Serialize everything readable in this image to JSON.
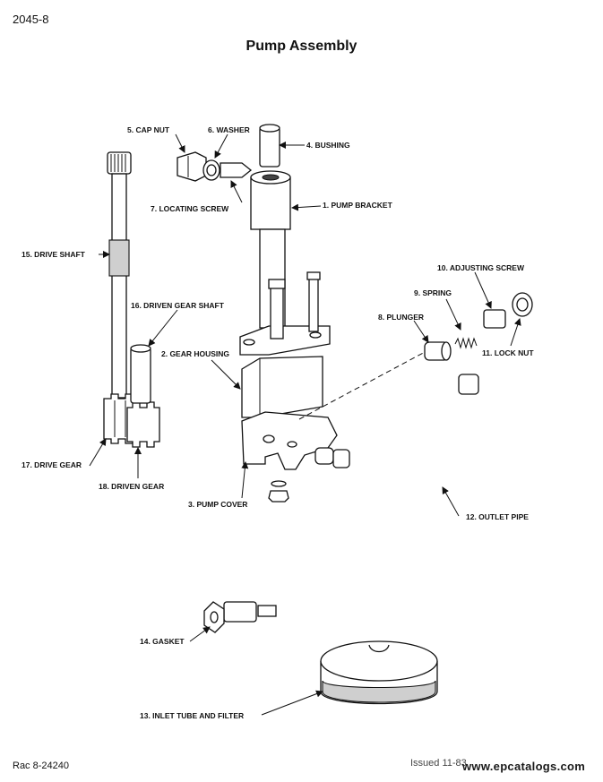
{
  "header": {
    "page_id": "2045-8",
    "title": "Pump Assembly"
  },
  "labels": {
    "p1": "1. PUMP BRACKET",
    "p2": "2. GEAR HOUSING",
    "p3": "3. PUMP COVER",
    "p4": "4. BUSHING",
    "p5": "5. CAP NUT",
    "p6": "6. WASHER",
    "p7": "7. LOCATING SCREW",
    "p8": "8. PLUNGER",
    "p9": "9. SPRING",
    "p10": "10. ADJUSTING SCREW",
    "p11": "11. LOCK NUT",
    "p12": "12. OUTLET PIPE",
    "p13": "13. INLET TUBE AND FILTER",
    "p14": "14. GASKET",
    "p15": "15. DRIVE SHAFT",
    "p16": "16. DRIVEN GEAR SHAFT",
    "p17": "17. DRIVE GEAR",
    "p18": "18. DRIVEN GEAR"
  },
  "footer": {
    "left": "Rac 8-24240",
    "right": "Issued 11-83",
    "watermark": "www.epcatalogs.com"
  }
}
